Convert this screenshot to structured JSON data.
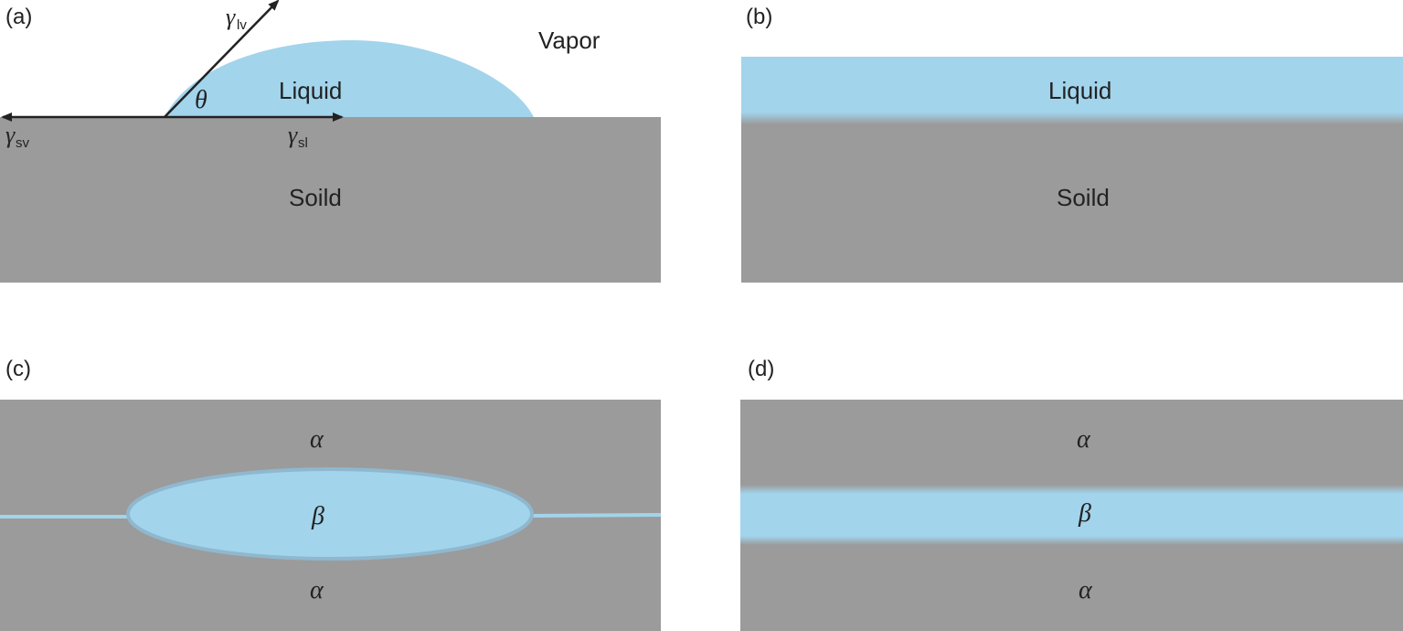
{
  "panels": {
    "a": {
      "label": "(a)",
      "vapor": "Vapor",
      "liquid": "Liquid",
      "solid": "Soild",
      "theta": "θ",
      "gamma_lv": {
        "symbol": "γ",
        "sub": "lv"
      },
      "gamma_sv": {
        "symbol": "γ",
        "sub": "sv"
      },
      "gamma_sl": {
        "symbol": "γ",
        "sub": "sl"
      }
    },
    "b": {
      "label": "(b)",
      "liquid": "Liquid",
      "solid": "Soild"
    },
    "c": {
      "label": "(c)",
      "alpha_top": "α",
      "beta": "β",
      "alpha_bottom": "α"
    },
    "d": {
      "label": "(d)",
      "alpha_top": "α",
      "beta": "β",
      "alpha_bottom": "α"
    }
  },
  "colors": {
    "solid": "#9b9b9b",
    "liquid": "#a2d4ec",
    "ink": "#222222",
    "liquid_edge": "#8fb8cf"
  }
}
